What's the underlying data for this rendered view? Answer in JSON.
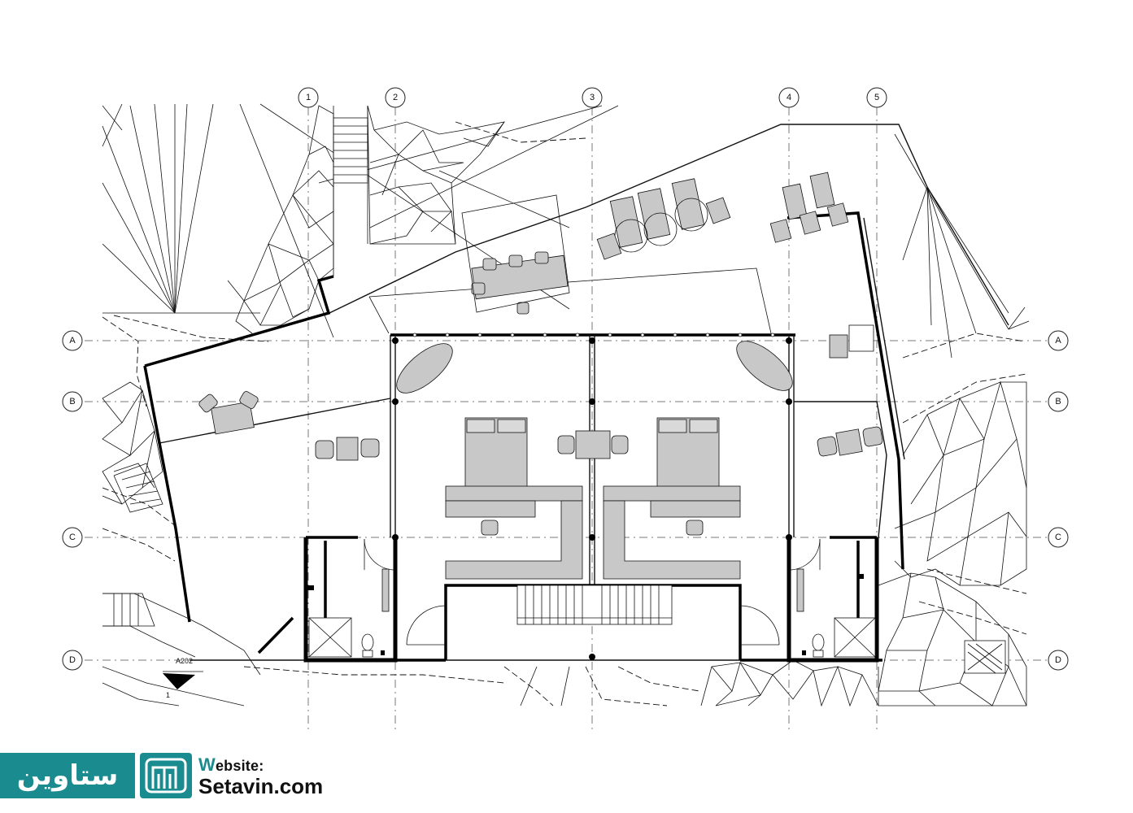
{
  "grid": {
    "columns": [
      "1",
      "2",
      "3",
      "4",
      "5"
    ],
    "rows": [
      "A",
      "B",
      "C",
      "D"
    ]
  },
  "annotations": {
    "section_ref": "A202",
    "section_num": "1"
  },
  "brand": {
    "persian_name": "ستاوین",
    "website_label_initial": "W",
    "website_label_rest": "ebsite:",
    "website_url": "Setavin.com",
    "color": "#1a8b8f"
  }
}
